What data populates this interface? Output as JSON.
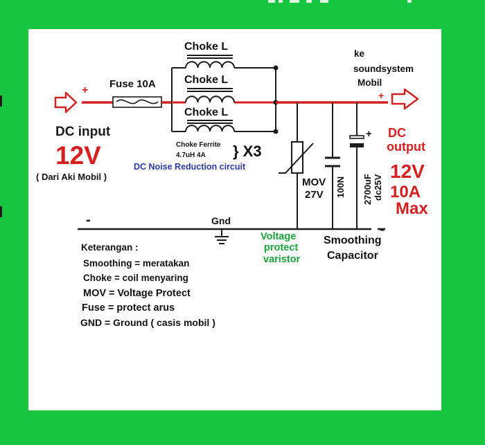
{
  "colors": {
    "background": "#17c53f",
    "panel": "#ffffff",
    "wire": "#1a1a1a",
    "positive_rail": "#d42020",
    "accent_red": "#d42020",
    "accent_blue": "#2a3aa0",
    "accent_green": "#1aa33a"
  },
  "input": {
    "plus": "+",
    "title": "DC input",
    "voltage": "12V",
    "source": "( Dari Aki Mobil )"
  },
  "fuse": {
    "label": "Fuse 10A"
  },
  "chokes": {
    "label_1": "Choke L",
    "label_2": "Choke L",
    "label_3": "Choke L",
    "ferrite_title": "Choke Ferrite",
    "ferrite_spec": "4.7uH 4A",
    "multiplier": "} X3",
    "circuit_name": "DC Noise Reduction circuit"
  },
  "output": {
    "destination_1": "ke",
    "destination_2": "soundsystem",
    "destination_3": "Mobil",
    "plus": "+",
    "title_1": "DC",
    "title_2": "output",
    "voltage": "12V",
    "current": "10A",
    "max": "Max",
    "minus": "-"
  },
  "components": {
    "mov_label": "MOV",
    "mov_value": "27V",
    "cap_small": "100N",
    "cap_large": "2700uF",
    "cap_large_rating": "dc25V",
    "cap_polarity": "+"
  },
  "ground": {
    "minus": "-",
    "label": "Gnd"
  },
  "captions": {
    "varistor_1": "Voltage",
    "varistor_2": "protect",
    "varistor_3": "varistor",
    "smoothing_1": "Smoothing",
    "smoothing_2": "Capacitor"
  },
  "legend": {
    "title": "Keterangan :",
    "items": [
      "Smoothing = meratakan",
      "Choke = coil menyaring",
      "MOV = Voltage Protect",
      "Fuse = protect arus",
      "GND = Ground ( casis mobil )"
    ]
  }
}
